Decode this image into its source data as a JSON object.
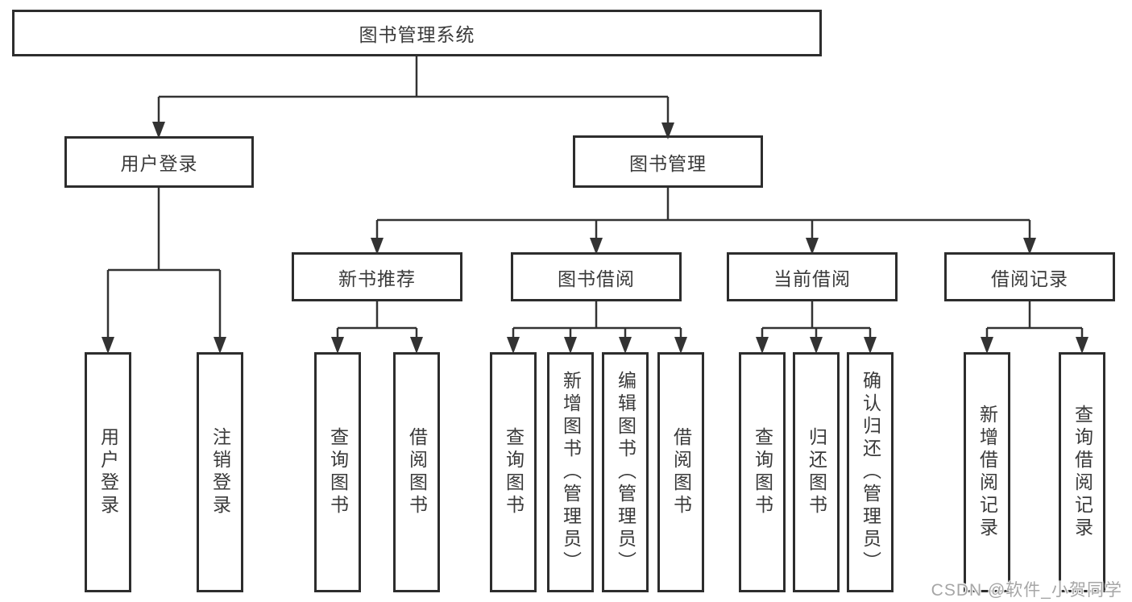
{
  "diagram": {
    "root": {
      "label": "图书管理系统"
    },
    "branches": [
      {
        "label": "用户登录",
        "children": [
          {
            "label": "用户登录"
          },
          {
            "label": "注销登录"
          }
        ]
      },
      {
        "label": "图书管理",
        "sections": [
          {
            "label": "新书推荐",
            "children": [
              {
                "label": "查询图书"
              },
              {
                "label": "借阅图书"
              }
            ]
          },
          {
            "label": "图书借阅",
            "children": [
              {
                "label": "查询图书"
              },
              {
                "label": "新增图书（管理员）"
              },
              {
                "label": "编辑图书（管理员）"
              },
              {
                "label": "借阅图书"
              }
            ]
          },
          {
            "label": "当前借阅",
            "children": [
              {
                "label": "查询图书"
              },
              {
                "label": "归还图书"
              },
              {
                "label": "确认归还（管理员）"
              }
            ]
          },
          {
            "label": "借阅记录",
            "children": [
              {
                "label": "新增借阅记录"
              },
              {
                "label": "查询借阅记录"
              }
            ]
          }
        ]
      }
    ]
  },
  "watermark": {
    "text": "CSDN @软件_小贺同学"
  },
  "colors": {
    "line": "#333333",
    "box_border": "#2d2d2d",
    "text": "#3a3a3a",
    "watermark": "#a6a6a6",
    "background": "#ffffff"
  }
}
